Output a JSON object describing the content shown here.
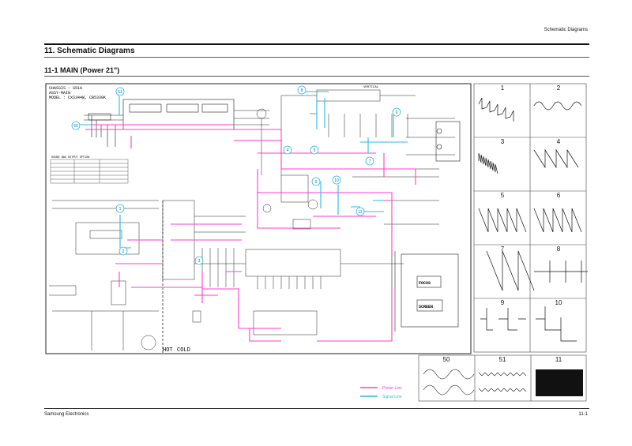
{
  "header": {
    "running_title": "Schematic Diagrams"
  },
  "section_title": "11. Schematic Diagrams",
  "subsection_title": "11-1 MAIN (Power 21\")",
  "schematic": {
    "model_lines": [
      "CHASSIS : S51A",
      "ASSY-MAIN",
      "MODEL : CXS344W, CB5330K"
    ],
    "option_table_title": "SOUND NAX OUTPUT OPTION",
    "hot_label": "HOT",
    "cold_label": "COLD",
    "focus_label": "FOCUS",
    "screen_label": "SCREEN",
    "vertical_label": "VERTICAL",
    "callouts": [
      "51",
      "50",
      "1",
      "2",
      "3",
      "4",
      "5",
      "6",
      "7",
      "8",
      "9",
      "10",
      "11"
    ],
    "waveform_labels": [
      "1",
      "2",
      "3",
      "4",
      "5",
      "6",
      "7",
      "8",
      "9",
      "10",
      "50",
      "51",
      "11"
    ],
    "legend": {
      "power_line": "Power Line",
      "signal_line": "Signal Line"
    },
    "colors": {
      "power_line": "#ff3ccf",
      "signal_line": "#2bb8e8"
    }
  },
  "footer": {
    "left": "Samsung Electronics",
    "right": "11-1"
  }
}
